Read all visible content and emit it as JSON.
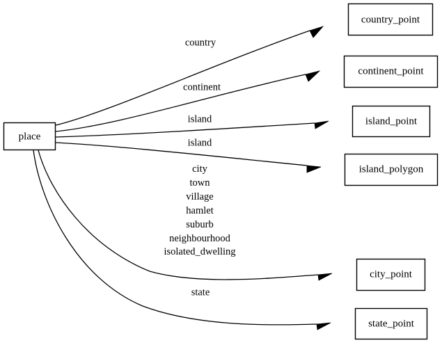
{
  "diagram": {
    "type": "directed-graph",
    "title": "",
    "background_color": "#ffffff",
    "line_color": "#000000",
    "node_fill": "#ffffff",
    "source_node": {
      "id": "place",
      "label": "place"
    },
    "target_nodes": [
      {
        "id": "country_point",
        "label": "country_point"
      },
      {
        "id": "continent_point",
        "label": "continent_point"
      },
      {
        "id": "island_point",
        "label": "island_point"
      },
      {
        "id": "island_polygon",
        "label": "island_polygon"
      },
      {
        "id": "city_point",
        "label": "city_point"
      },
      {
        "id": "state_point",
        "label": "state_point"
      }
    ],
    "edges": [
      {
        "from": "place",
        "to": "country_point",
        "label": "country"
      },
      {
        "from": "place",
        "to": "continent_point",
        "label": "continent"
      },
      {
        "from": "place",
        "to": "island_point",
        "label": "island"
      },
      {
        "from": "place",
        "to": "island_polygon",
        "label": "island"
      },
      {
        "from": "place",
        "to": "city_point",
        "label": "city\ntown\nvillage\nhamlet\nsuburb\nneighbourhood\nisolated_dwelling"
      },
      {
        "from": "place",
        "to": "state_point",
        "label": "state"
      }
    ],
    "edge_label_lines": {
      "city_multi": [
        "city",
        "town",
        "village",
        "hamlet",
        "suburb",
        "neighbourhood",
        "isolated_dwelling"
      ]
    }
  }
}
